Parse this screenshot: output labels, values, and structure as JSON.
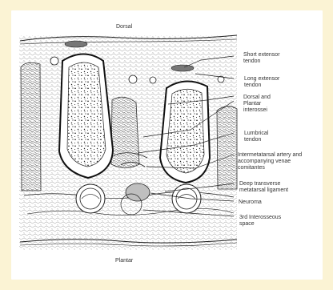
{
  "orientation": {
    "top": "Dorsal",
    "bottom": "Plantar"
  },
  "labels": [
    {
      "id": "short-extensor-tendon",
      "text": "Short extensor\ntendon"
    },
    {
      "id": "long-extensor-tendon",
      "text": "Long extensor\ntendon"
    },
    {
      "id": "dorsal-plantar-interossei",
      "text": "Dorsal and\nPlantar\ninterossei"
    },
    {
      "id": "lumbrical-tendon",
      "text": "Lumbrical\ntendon"
    },
    {
      "id": "intermetatarsal-artery",
      "text": "Intermetatarsal artery and\naccompanying venae\ncomitantes"
    },
    {
      "id": "deep-transverse-ligament",
      "text": "Deep transverse\nmetatarsal ligament"
    },
    {
      "id": "neuroma",
      "text": "Neuroma"
    },
    {
      "id": "third-interosseous-space",
      "text": "3rd Interosseous\nspace"
    }
  ],
  "colors": {
    "background": "#fbf3d4",
    "panel": "#ffffff",
    "ink": "#222222",
    "tendon_gray": "#777777",
    "neuroma_gray": "#bfbfbf"
  }
}
